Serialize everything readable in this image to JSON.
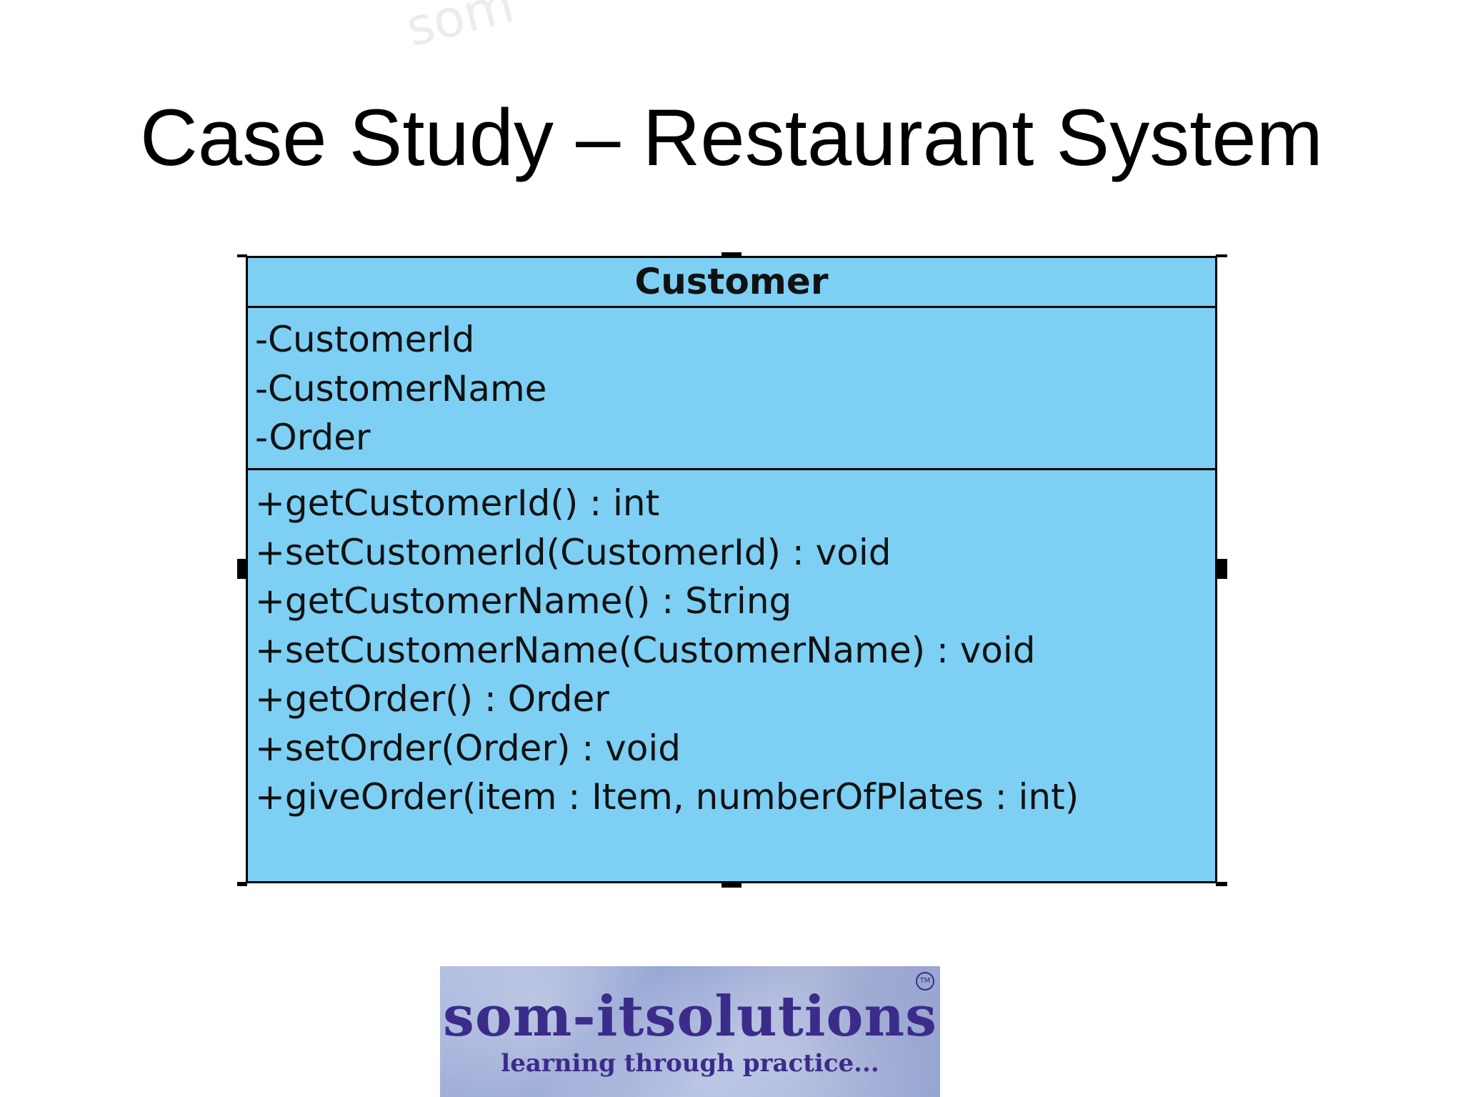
{
  "slide": {
    "title": "Case Study – Restaurant System",
    "watermark": "som"
  },
  "uml_class": {
    "name": "Customer",
    "attributes": [
      "-CustomerId",
      "-CustomerName",
      "-Order"
    ],
    "operations": [
      "+getCustomerId() : int",
      "+setCustomerId(CustomerId) : void",
      "+getCustomerName() : String",
      "+setCustomerName(CustomerName) : void",
      "+getOrder() : Order",
      "+setOrder(Order) : void",
      "+giveOrder(item : Item, numberOfPlates : int)"
    ]
  },
  "logo": {
    "name": "som-itsolutions",
    "tagline": "learning through practice...",
    "trademark": "TM"
  },
  "colors": {
    "class_fill": "#7dcff4",
    "class_border": "#000000",
    "logo_text": "#3b2c8a"
  }
}
